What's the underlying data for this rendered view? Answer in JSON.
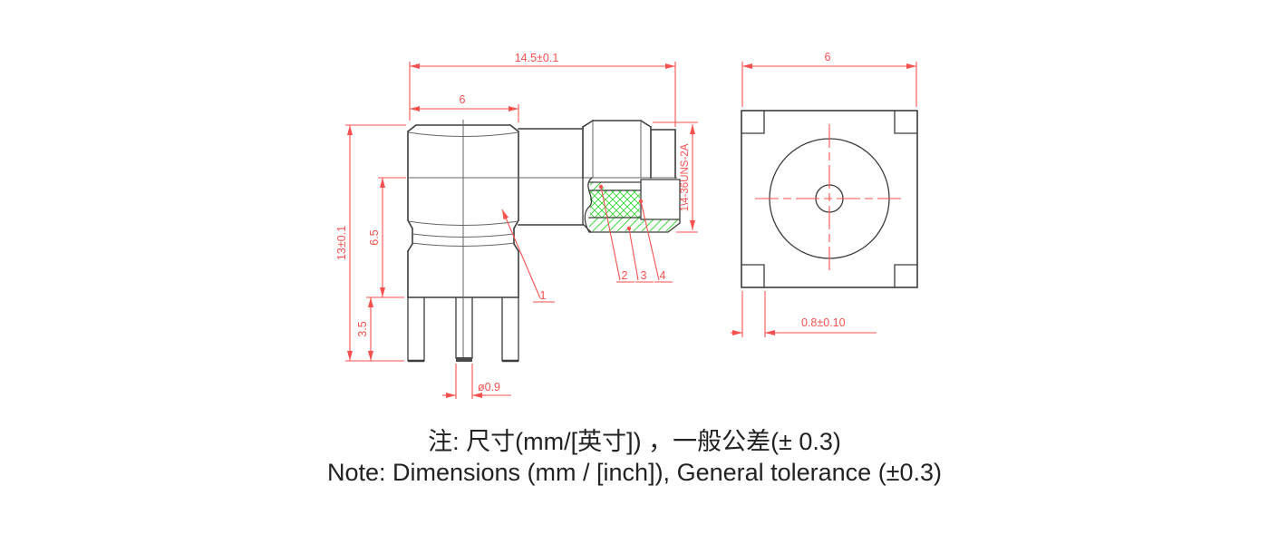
{
  "drawing": {
    "title_context": "Right-angle coaxial connector 2-view dimension drawing",
    "left_view": {
      "dim_total_length": "14.5±0.1",
      "dim_body_width": "6",
      "dim_total_height": "13±0.1",
      "dim_upper_height": "6.5",
      "dim_leg_height": "3.5",
      "dim_pin_diameter": "ø0.9",
      "thread_callout": "1\\4-36UNS-2A",
      "part_labels": [
        "1",
        "2",
        "3",
        "4"
      ]
    },
    "right_view": {
      "dim_flange_width": "6",
      "dim_corner_cut": "0.8±0.10"
    },
    "colors": {
      "dimension_red": "#f8504e",
      "hatch_green": "#4ad94a",
      "outline_dark": "#3c3c3c",
      "background": "#ffffff"
    }
  },
  "notes": {
    "line1_zh": "注: 尺寸(mm/[英寸]) ，一般公差(± 0.3)",
    "line2_en": "Note: Dimensions (mm / [inch]), General tolerance (±0.3)"
  }
}
